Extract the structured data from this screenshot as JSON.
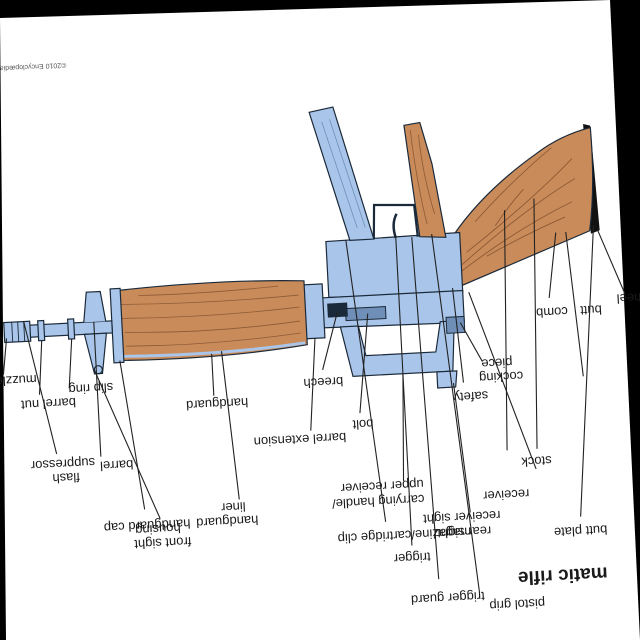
{
  "diagram": {
    "title": "matic rifle",
    "copyright": "©2010 Encyclopædia",
    "colors": {
      "metal": "#a9c6ea",
      "metal_dark": "#6f8fb8",
      "wood": "#c98b5a",
      "wood_grain": "#8e5a34",
      "outline": "#1b2a3a",
      "paper": "#ffffff",
      "background": "#000000"
    },
    "labels": [
      {
        "id": "muzzle",
        "text": "muzzle"
      },
      {
        "id": "barrel-nut",
        "text": "barrel nut"
      },
      {
        "id": "slip-ring",
        "text": "slip ring"
      },
      {
        "id": "handguard-cap",
        "text": "handguard cap"
      },
      {
        "id": "handguard",
        "text": "handguard"
      },
      {
        "id": "barrel-extension",
        "text": "barrel extension"
      },
      {
        "id": "magazine",
        "text": "magazine/cartridge clip"
      },
      {
        "id": "trigger",
        "text": "trigger"
      },
      {
        "id": "trigger-guard",
        "text": "trigger guard"
      },
      {
        "id": "pistol-grip",
        "text": "pistol grip"
      },
      {
        "id": "butt-plate",
        "text": "butt plate"
      },
      {
        "id": "stock",
        "text": "stock"
      },
      {
        "id": "safety",
        "text": "safety"
      },
      {
        "id": "butt",
        "text": "butt"
      },
      {
        "id": "heel",
        "text": "heel"
      },
      {
        "id": "comb",
        "text": "comb"
      },
      {
        "id": "cocking-piece-1",
        "text": "cocking"
      },
      {
        "id": "cocking-piece-2",
        "text": "piece"
      },
      {
        "id": "receiver",
        "text": "receiver"
      },
      {
        "id": "rear-sight-1",
        "text": "rear sight/"
      },
      {
        "id": "rear-sight-2",
        "text": "receiver sight"
      },
      {
        "id": "carrying-handle-1",
        "text": "carrying handle/"
      },
      {
        "id": "carrying-handle-2",
        "text": "upper receiver"
      },
      {
        "id": "bolt",
        "text": "bolt"
      },
      {
        "id": "breech",
        "text": "breech"
      },
      {
        "id": "handguard-liner-1",
        "text": "handguard"
      },
      {
        "id": "handguard-liner-2",
        "text": "liner"
      },
      {
        "id": "front-sight-1",
        "text": "front sight"
      },
      {
        "id": "front-sight-2",
        "text": "housing"
      },
      {
        "id": "barrel",
        "text": "barrel"
      },
      {
        "id": "flash-suppressor-1",
        "text": "flash"
      },
      {
        "id": "flash-suppressor-2",
        "text": "suppressor"
      }
    ]
  }
}
